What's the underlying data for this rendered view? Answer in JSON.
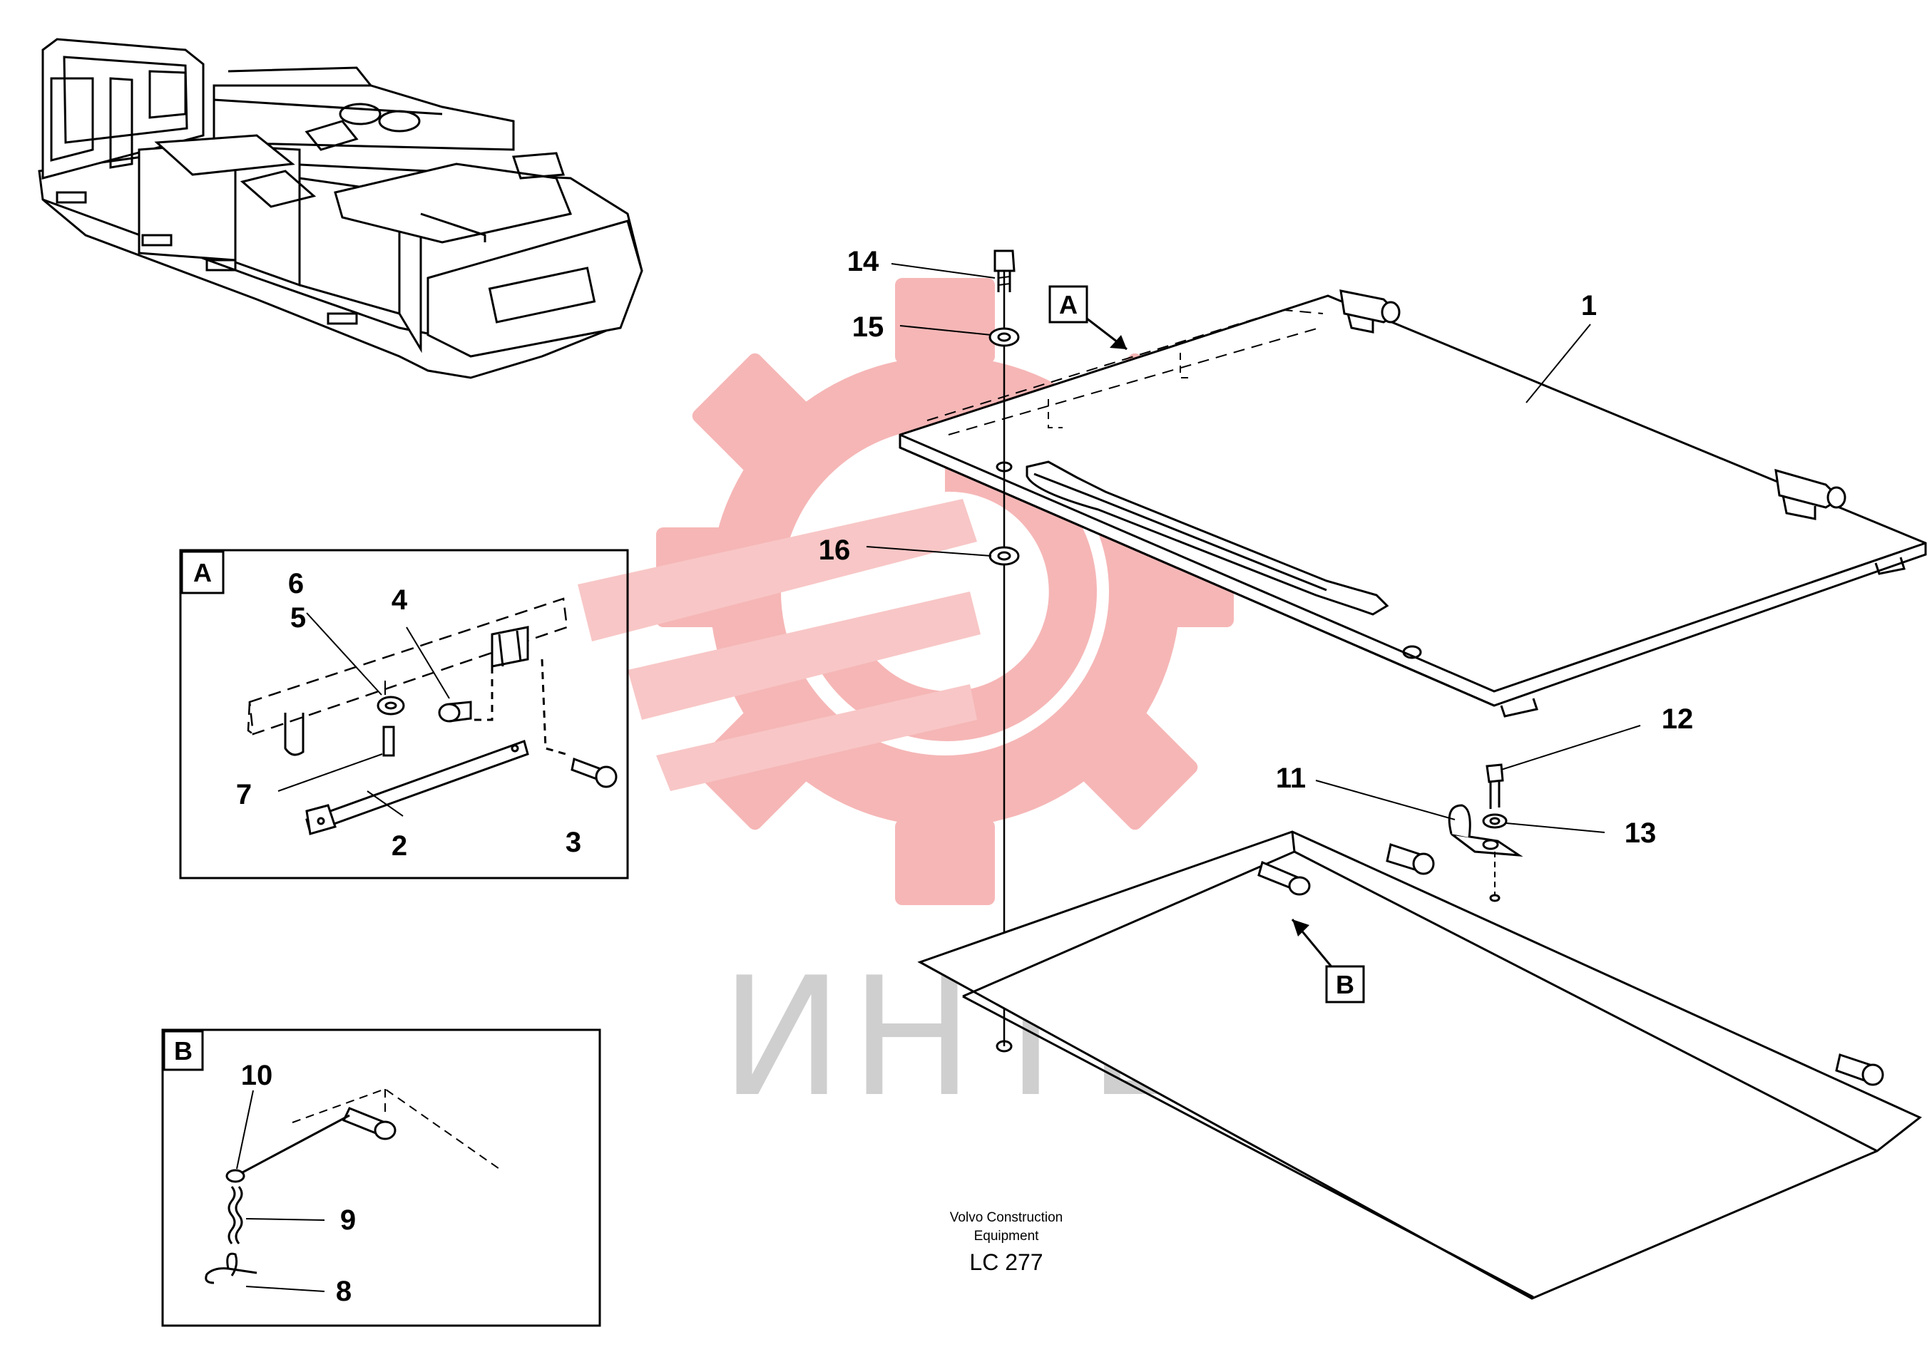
{
  "watermark": {
    "text": "ИНТЕХ",
    "gear_color": "#f4a4a4",
    "text_color": "#cfcfcf"
  },
  "detail_views": {
    "A": {
      "label": "A",
      "callouts": [
        "6",
        "5",
        "4",
        "7",
        "2",
        "3"
      ]
    },
    "B": {
      "label": "B",
      "callouts": [
        "10",
        "9",
        "8"
      ]
    }
  },
  "main_view": {
    "view_markers": [
      "A",
      "B"
    ],
    "callouts": [
      "14",
      "15",
      "16",
      "1",
      "12",
      "11",
      "13"
    ]
  },
  "caption": {
    "line1": "Volvo Construction",
    "line2": "Equipment",
    "code": "LC 277"
  }
}
